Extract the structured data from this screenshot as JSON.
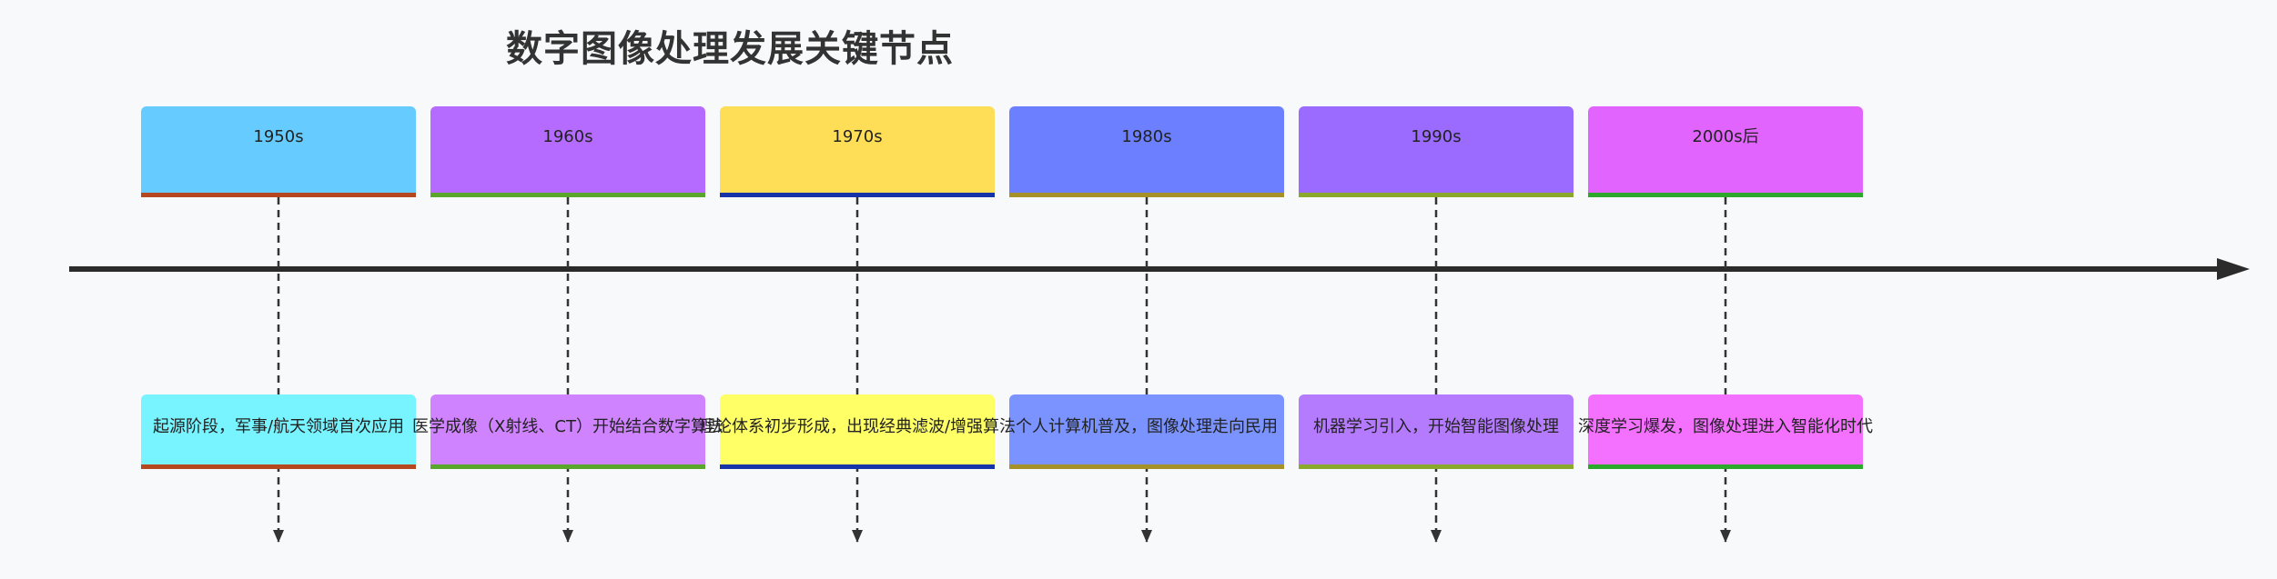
{
  "title": "数字图像处理发展关键节点",
  "colors": {
    "background": "#f8f9fa",
    "axis": "#2b2b2b",
    "connector": "#333333"
  },
  "periods": [
    {
      "label": "1950s",
      "event": "起源阶段，军事/航天领域首次应用",
      "color": "#66ccff",
      "event_color": "#77f4ff",
      "accent": "#b5481f"
    },
    {
      "label": "1960s",
      "event": "医学成像（X射线、CT）开始结合数字算法",
      "color": "#b56bff",
      "event_color": "#cf83ff",
      "accent": "#5aa62c"
    },
    {
      "label": "1970s",
      "event": "理论体系初步形成，出现经典滤波/增强算法",
      "color": "#ffde57",
      "event_color": "#ffff66",
      "accent": "#1733a8"
    },
    {
      "label": "1980s",
      "event": "个人计算机普及，图像处理走向民用",
      "color": "#6b7fff",
      "event_color": "#7a93ff",
      "accent": "#a69028"
    },
    {
      "label": "1990s",
      "event": "机器学习引入，开始智能图像处理",
      "color": "#9b6bff",
      "event_color": "#b57bff",
      "accent": "#8aa82c"
    },
    {
      "label": "2000s后",
      "event": "深度学习爆发，图像处理进入智能化时代",
      "color": "#e264ff",
      "event_color": "#f470ff",
      "accent": "#2ea82c"
    }
  ]
}
